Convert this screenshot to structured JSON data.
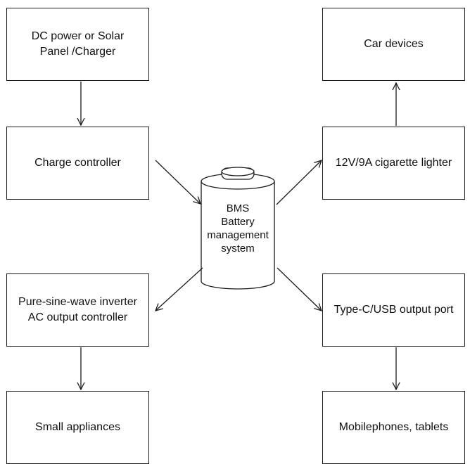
{
  "boxes": {
    "dc_power": "DC power or Solar\nPanel /Charger",
    "charge_controller": "Charge controller",
    "inverter": "Pure-sine-wave inverter\nAC output controller",
    "small_appliances": "Small appliances",
    "car_devices": "Car devices",
    "cigarette_lighter": "12V/9A cigarette lighter",
    "usb_port": "Type-C/USB output port",
    "mobile": "Mobilephones, tablets"
  },
  "battery": {
    "label": "BMS\nBattery\nmanagement\nsystem"
  }
}
